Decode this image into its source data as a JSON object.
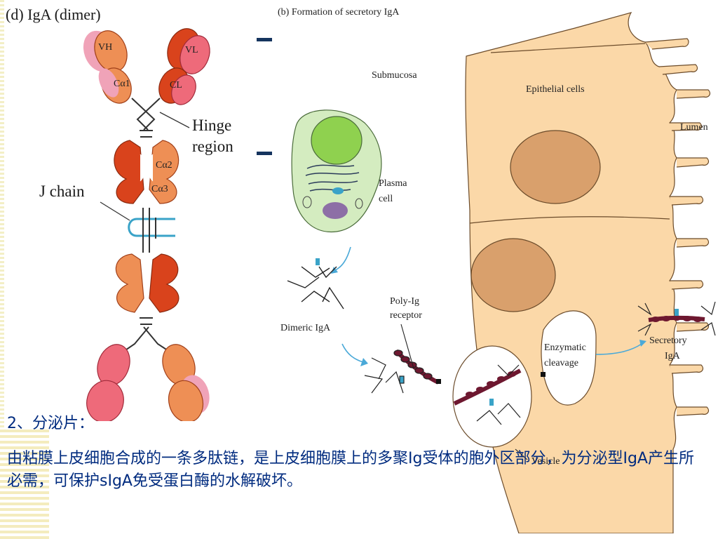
{
  "left_panel": {
    "title": "(d) IgA (dimer)",
    "labels": {
      "vh": "VH",
      "vl": "VL",
      "ca1": "Cα1",
      "cl": "CL",
      "hinge": [
        "Hinge",
        "region"
      ],
      "ca2": "Cα2",
      "ca3": "Cα3",
      "jchain": "J chain"
    }
  },
  "right_panel": {
    "title": "(b)  Formation of secretory IgA",
    "labels": {
      "submucosa": "Submucosa",
      "epithelial": "Epithelial cells",
      "lumen": "Lumen",
      "plasma": [
        "Plasma",
        "cell"
      ],
      "dimeric": "Dimeric IgA",
      "polyig": [
        "Poly-Ig",
        "receptor"
      ],
      "enzymatic": [
        "Enzymatic",
        "cleavage"
      ],
      "secretory": [
        "Secretory",
        "IgA"
      ],
      "vesicle": "Vesicle"
    }
  },
  "caption": {
    "heading": "2、分泌片：",
    "body": "由粘膜上皮细胞合成的一条多肽链，是上皮细胞膜上的多聚Ig受体的胞外区部分，为分泌型IgA产生所必需，可保护sIgA免受蛋白酶的水解破坏。"
  },
  "colors": {
    "heavy": "#d9431c",
    "light": "#ee8f55",
    "pink": "#f0a3b8",
    "jchain": "#3aa3c8",
    "epithelium": "#fbd8a8",
    "nucleus": "#d9a06c",
    "plasma_cell": "#d4ecc0",
    "plasma_nucleus": "#8fd14f",
    "receptor": "#6e1830",
    "caption": "#002b7f"
  }
}
